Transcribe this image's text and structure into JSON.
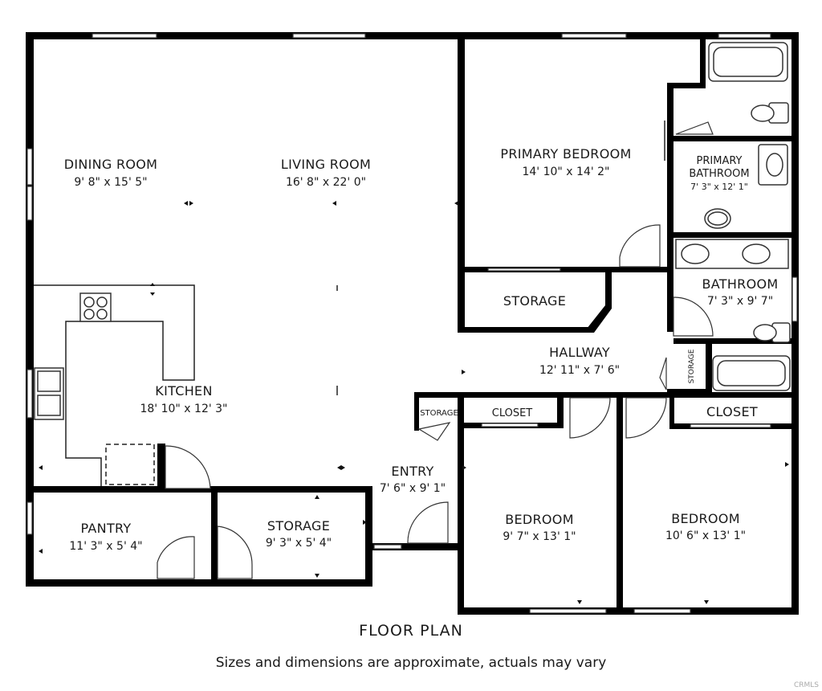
{
  "rooms": {
    "dining": {
      "name": "DINING ROOM",
      "dim": "9' 8\" x 15' 5\""
    },
    "living": {
      "name": "LIVING ROOM",
      "dim": "16' 8\" x 22' 0\""
    },
    "primary_bed": {
      "name": "PRIMARY BEDROOM",
      "dim": "14' 10\" x 14' 2\""
    },
    "primary_bath": {
      "name1": "PRIMARY",
      "name2": "BATHROOM",
      "dim": "7' 3\" x 12' 1\""
    },
    "bathroom": {
      "name": "BATHROOM",
      "dim": "7' 3\" x 9' 7\""
    },
    "storage_main": {
      "name": "STORAGE"
    },
    "hallway": {
      "name": "HALLWAY",
      "dim": "12' 11\" x 7' 6\""
    },
    "kitchen": {
      "name": "KITCHEN",
      "dim": "18' 10\" x 12' 3\""
    },
    "storage_small": {
      "name": "STORAGE"
    },
    "closet1": {
      "name": "CLOSET"
    },
    "closet2": {
      "name": "CLOSET"
    },
    "storage_vertical": {
      "name": "STORAGE"
    },
    "entry": {
      "name": "ENTRY",
      "dim": "7' 6\" x 9' 1\""
    },
    "pantry": {
      "name": "PANTRY",
      "dim": "11' 3\" x 5' 4\""
    },
    "storage_lower": {
      "name": "STORAGE",
      "dim": "9' 3\" x 5' 4\""
    },
    "bedroom1": {
      "name": "BEDROOM",
      "dim": "9' 7\" x 13' 1\""
    },
    "bedroom2": {
      "name": "BEDROOM",
      "dim": "10' 6\" x 13' 1\""
    }
  },
  "caption": {
    "title": "FLOOR PLAN",
    "note": "Sizes and dimensions are approximate, actuals may vary",
    "brand": "CRMLS"
  }
}
